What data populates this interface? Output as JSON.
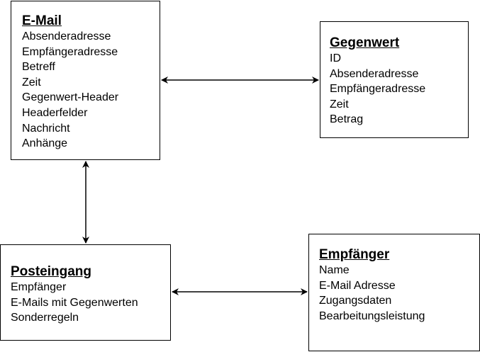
{
  "entities": {
    "email": {
      "title": "E-Mail",
      "attributes": [
        "Absenderadresse",
        "Empfängeradresse",
        "Betreff",
        "Zeit",
        "Gegenwert-Header",
        "Headerfelder",
        "Nachricht",
        "Anhänge"
      ]
    },
    "gegenwert": {
      "title": "Gegenwert",
      "attributes": [
        "ID",
        "Absenderadresse",
        "Empfängeradresse",
        "Zeit",
        "Betrag"
      ]
    },
    "posteingang": {
      "title": "Posteingang",
      "attributes": [
        "Empfänger",
        "E-Mails mit Gegenwerten",
        "Sonderregeln"
      ]
    },
    "empfaenger": {
      "title": "Empfänger",
      "attributes": [
        "Name",
        "E-Mail Adresse",
        "Zugangsdaten",
        "Bearbeitungsleistung"
      ]
    }
  },
  "connections": [
    {
      "from": "E-Mail",
      "to": "Gegenwert",
      "arrows": "both"
    },
    {
      "from": "E-Mail",
      "to": "Posteingang",
      "arrows": "both"
    },
    {
      "from": "Posteingang",
      "to": "Empfänger",
      "arrows": "both"
    }
  ]
}
